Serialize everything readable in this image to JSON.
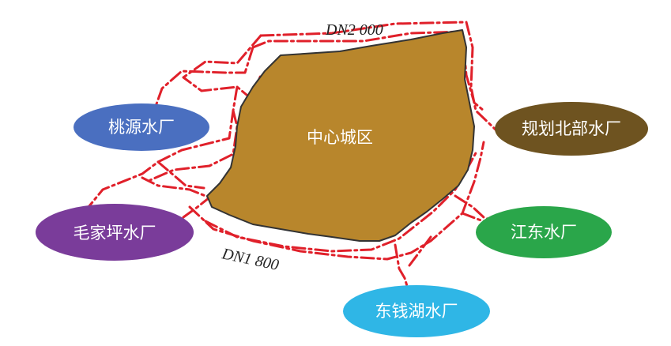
{
  "diagram": {
    "center": {
      "label": "中心城区",
      "color": "#b8862c"
    },
    "pipe_color": "#e0202a",
    "pipes": {
      "north_label": "DN2 000",
      "south_label": "DN1 800"
    },
    "plants": [
      {
        "id": "taoyuan",
        "label": "桃源水厂",
        "color": "#4a6fc0"
      },
      {
        "id": "maojiaping",
        "label": "毛家坪水厂",
        "color": "#7a3c9a"
      },
      {
        "id": "guihua",
        "label": "规划北部水厂",
        "color": "#6e5320"
      },
      {
        "id": "jiangdong",
        "label": "江东水厂",
        "color": "#2aa64a"
      },
      {
        "id": "dongqianhu",
        "label": "东钱湖水厂",
        "color": "#2fb6e6"
      }
    ]
  }
}
